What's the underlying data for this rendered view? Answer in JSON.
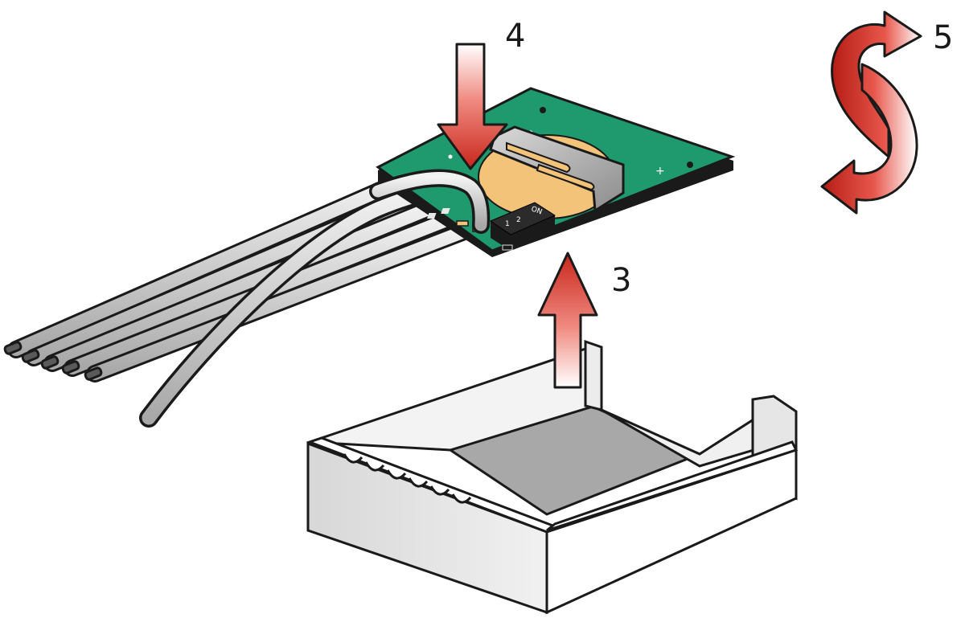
{
  "steps": {
    "step3": "3",
    "step4": "4",
    "step5": "5"
  },
  "dip_switch": {
    "on_label": "ON",
    "pos1": "1",
    "pos2": "2"
  },
  "pcb_markings": {
    "plus": "+"
  },
  "colors": {
    "pcb_green": "#1f9a6e",
    "battery_gold": "#f3c37a",
    "arrow_red": "#d42a1f",
    "tray_gray": "#e7e7e7",
    "tray_floor": "#a9a9a9",
    "wire_gray": "#c9c9c9"
  }
}
